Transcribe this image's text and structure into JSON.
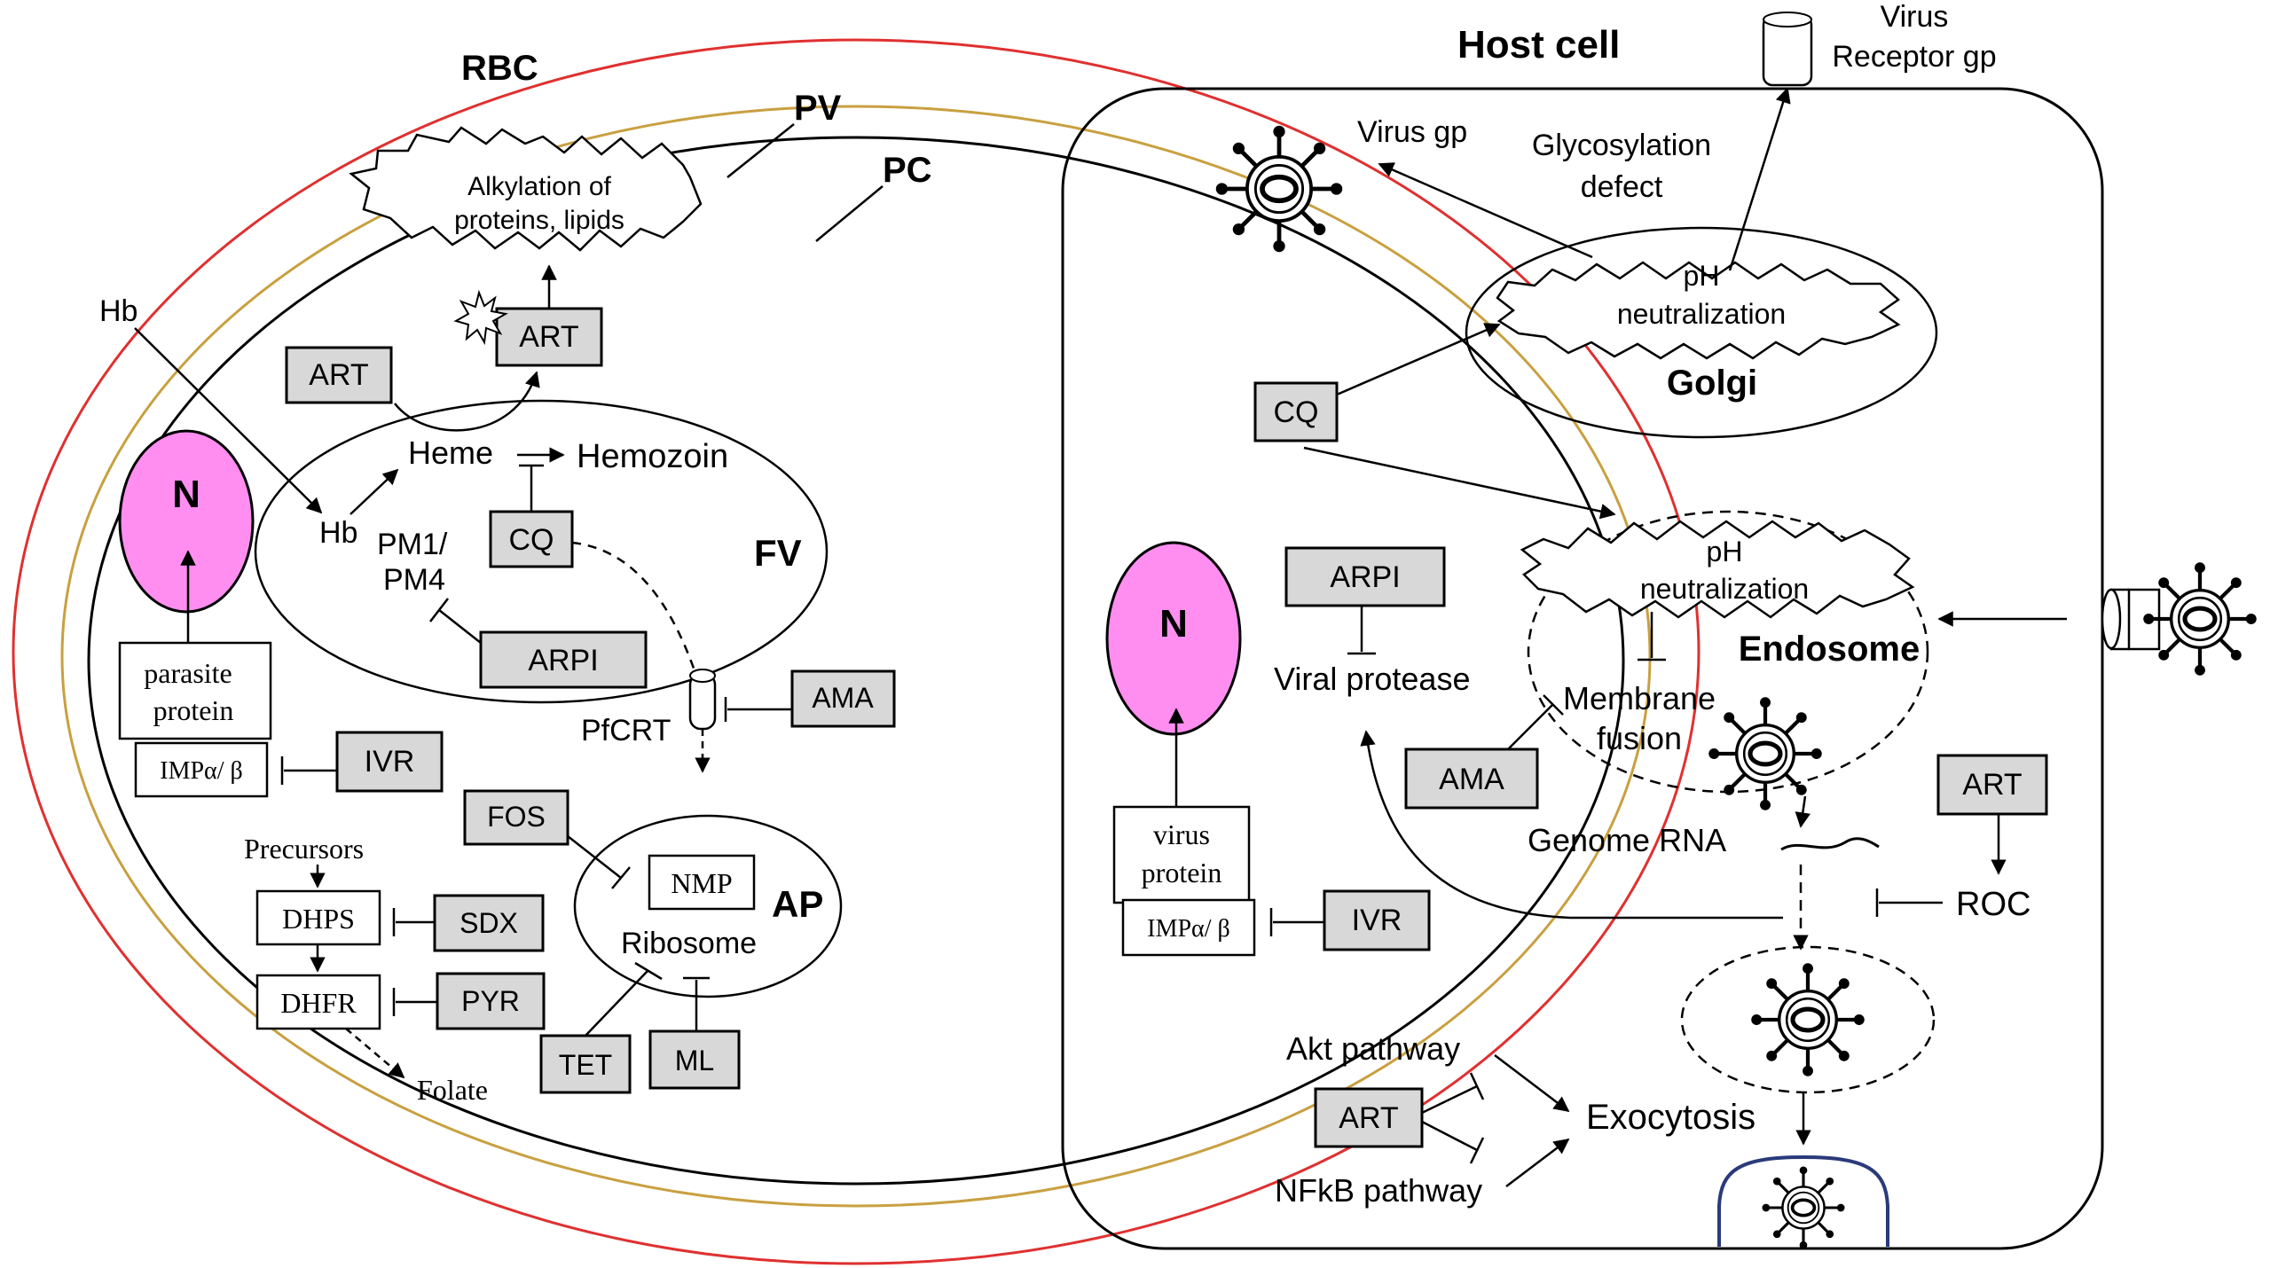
{
  "left": {
    "rbc": "RBC",
    "pv": "PV",
    "pc": "PC",
    "alkylation_line1": "Alkylation of",
    "alkylation_line2": "proteins, lipids",
    "hb_outer": "Hb",
    "hb_inner": "Hb",
    "art_top": "ART",
    "art_side": "ART",
    "heme": "Heme",
    "hemozoin": "Hemozoin",
    "pm_line1": "PM1/",
    "pm_line2": "PM4",
    "cq": "CQ",
    "fv": "FV",
    "arpi": "ARPI",
    "n": "N",
    "parasite_line1": "parasite",
    "parasite_line2": "protein",
    "imp": "IMPα/ β",
    "ivr": "IVR",
    "pfcrt": "PfCRT",
    "ama": "AMA",
    "fos": "FOS",
    "nmp": "NMP",
    "ap": "AP",
    "ribosome": "Ribosome",
    "precursors": "Precursors",
    "dhps": "DHPS",
    "sdx": "SDX",
    "dhfr": "DHFR",
    "pyr": "PYR",
    "folate": "Folate",
    "tet": "TET",
    "ml": "ML"
  },
  "right": {
    "host_cell": "Host cell",
    "virus_receptor_line1": "Virus",
    "virus_receptor_line2": "Receptor gp",
    "virus_gp": "Virus gp",
    "glyco_line1": "Glycosylation",
    "glyco_line2": "defect",
    "ph_golgi_line1": "pH",
    "ph_golgi_line2": "neutralization",
    "golgi": "Golgi",
    "cq": "CQ",
    "arpi": "ARPI",
    "viral_protease": "Viral protease",
    "ph_endo_line1": "pH",
    "ph_endo_line2": "neutralization",
    "endosome": "Endosome",
    "membrane_line1": "Membrane",
    "membrane_line2": "fusion",
    "ama": "AMA",
    "n": "N",
    "virus_protein_line1": "virus",
    "virus_protein_line2": "protein",
    "imp": "IMPα/ β",
    "ivr": "IVR",
    "genome_rna": "Genome RNA",
    "art_roc": "ART",
    "roc": "ROC",
    "akt": "Akt pathway",
    "art_exo": "ART",
    "exocytosis": "Exocytosis",
    "nfkb": "NFkB pathway"
  },
  "colors": {
    "rbc_ring": "#e03030",
    "pv_ring": "#c8a040",
    "nucleus": "#ff8ef0",
    "drug_box": "#d8d8d8"
  }
}
